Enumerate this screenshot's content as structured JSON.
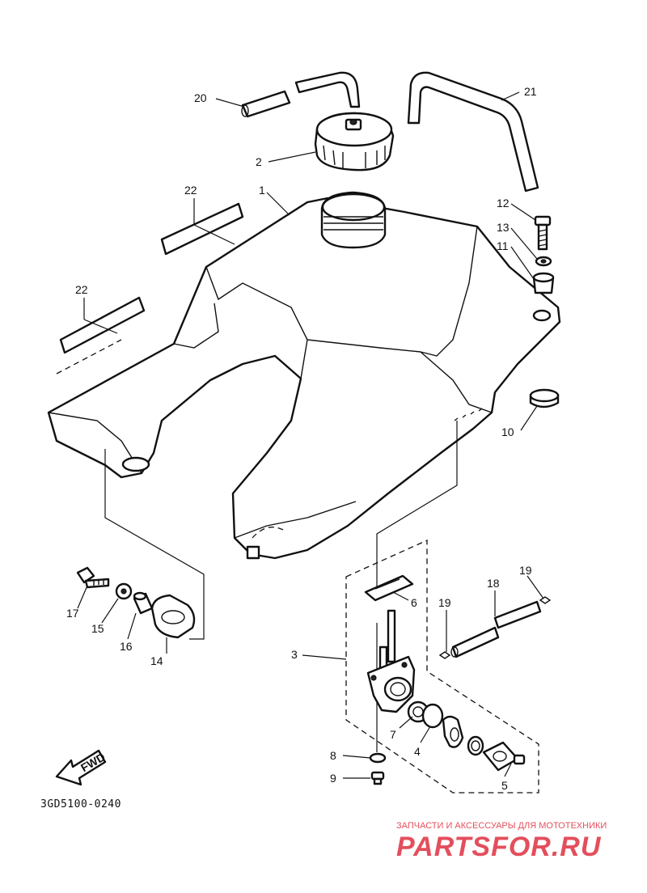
{
  "diagram": {
    "code": "3GD5100-0240",
    "fwd_label": "FWD",
    "watermark": {
      "tagline": "ЗАПЧАСТИ И АКСЕССУАРЫ ДЛЯ МОТОТЕХНИКИ",
      "brand": "PARTSFOR.RU"
    },
    "colors": {
      "line": "#111111",
      "watermark": "#e03040",
      "background": "#ffffff"
    },
    "labels": {
      "p1": "1",
      "p2": "2",
      "p3": "3",
      "p4": "4",
      "p5": "5",
      "p6": "6",
      "p7": "7",
      "p8": "8",
      "p9": "9",
      "p10": "10",
      "p11": "11",
      "p12": "12",
      "p13": "13",
      "p14": "14",
      "p15": "15",
      "p16": "16",
      "p17": "17",
      "p18": "18",
      "p19a": "19",
      "p19b": "19",
      "p20": "20",
      "p21": "21",
      "p22a": "22",
      "p22b": "22"
    }
  }
}
